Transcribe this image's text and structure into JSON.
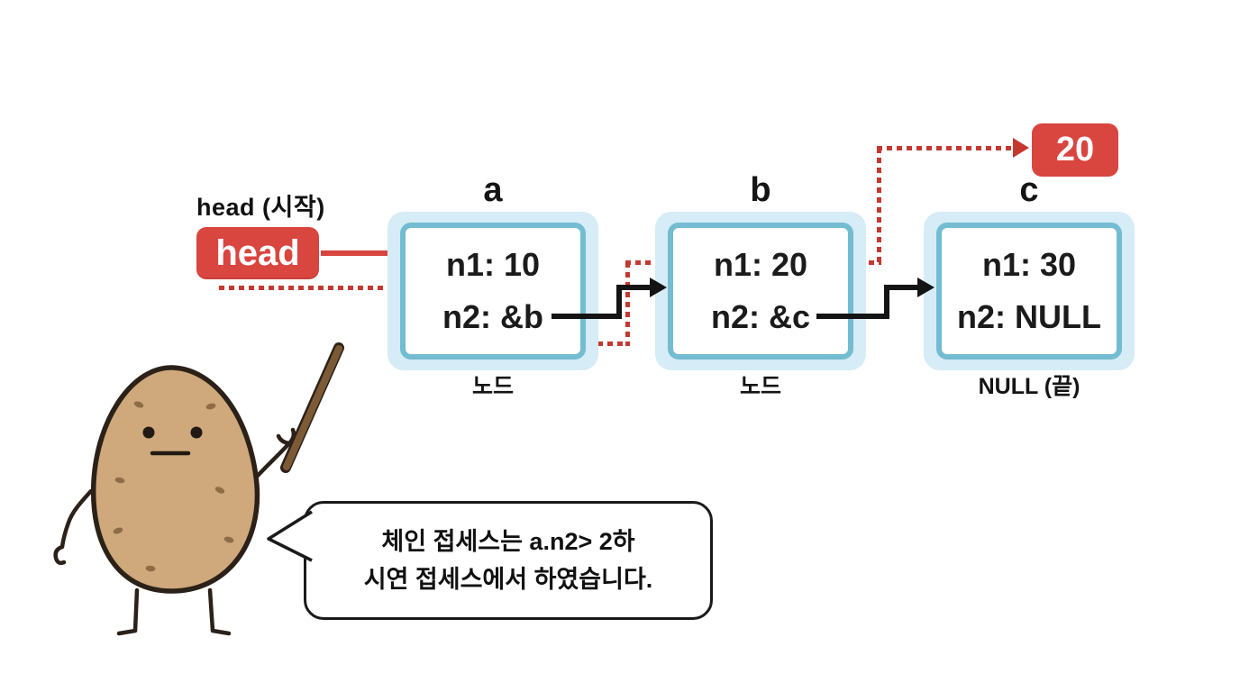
{
  "diagram": {
    "head_caption": "head (시작)",
    "head_label": "head",
    "result_value": "20",
    "nodes": [
      {
        "name": "a",
        "field1": "n1: 10",
        "field2": "n2: &b",
        "caption": "노드"
      },
      {
        "name": "b",
        "field1": "n1: 20",
        "field2": "n2: &c",
        "caption": "노드"
      },
      {
        "name": "c",
        "field1": "n1: 30",
        "field2": "n2: NULL",
        "caption": "NULL (끝)"
      }
    ]
  },
  "speech_bubble": {
    "line1": "체인 접세스는 a.n2> 2하",
    "line2": "시연 접세스에서 하였습니다."
  },
  "icons": {
    "potato_character": "potato-teacher-mascot",
    "pointer_stick": "wooden-pointer-stick",
    "arrows": [
      "solid-red-arrow",
      "dotted-red-arrow",
      "solid-black-arrow"
    ]
  },
  "colors": {
    "red": "#d9453f",
    "red_dotted": "#c4392f",
    "black_arrow": "#141414",
    "node_outer_glow": "#d6ecf6",
    "node_border": "#74bcd2",
    "node_fill": "#ffffff",
    "text": "#1b1b1b",
    "potato_fill": "#cfa87c",
    "potato_outline": "#2b2118",
    "potato_spot": "#8b6a44",
    "stick": "#7d5a36",
    "bubble_border": "#1a1a1a"
  }
}
